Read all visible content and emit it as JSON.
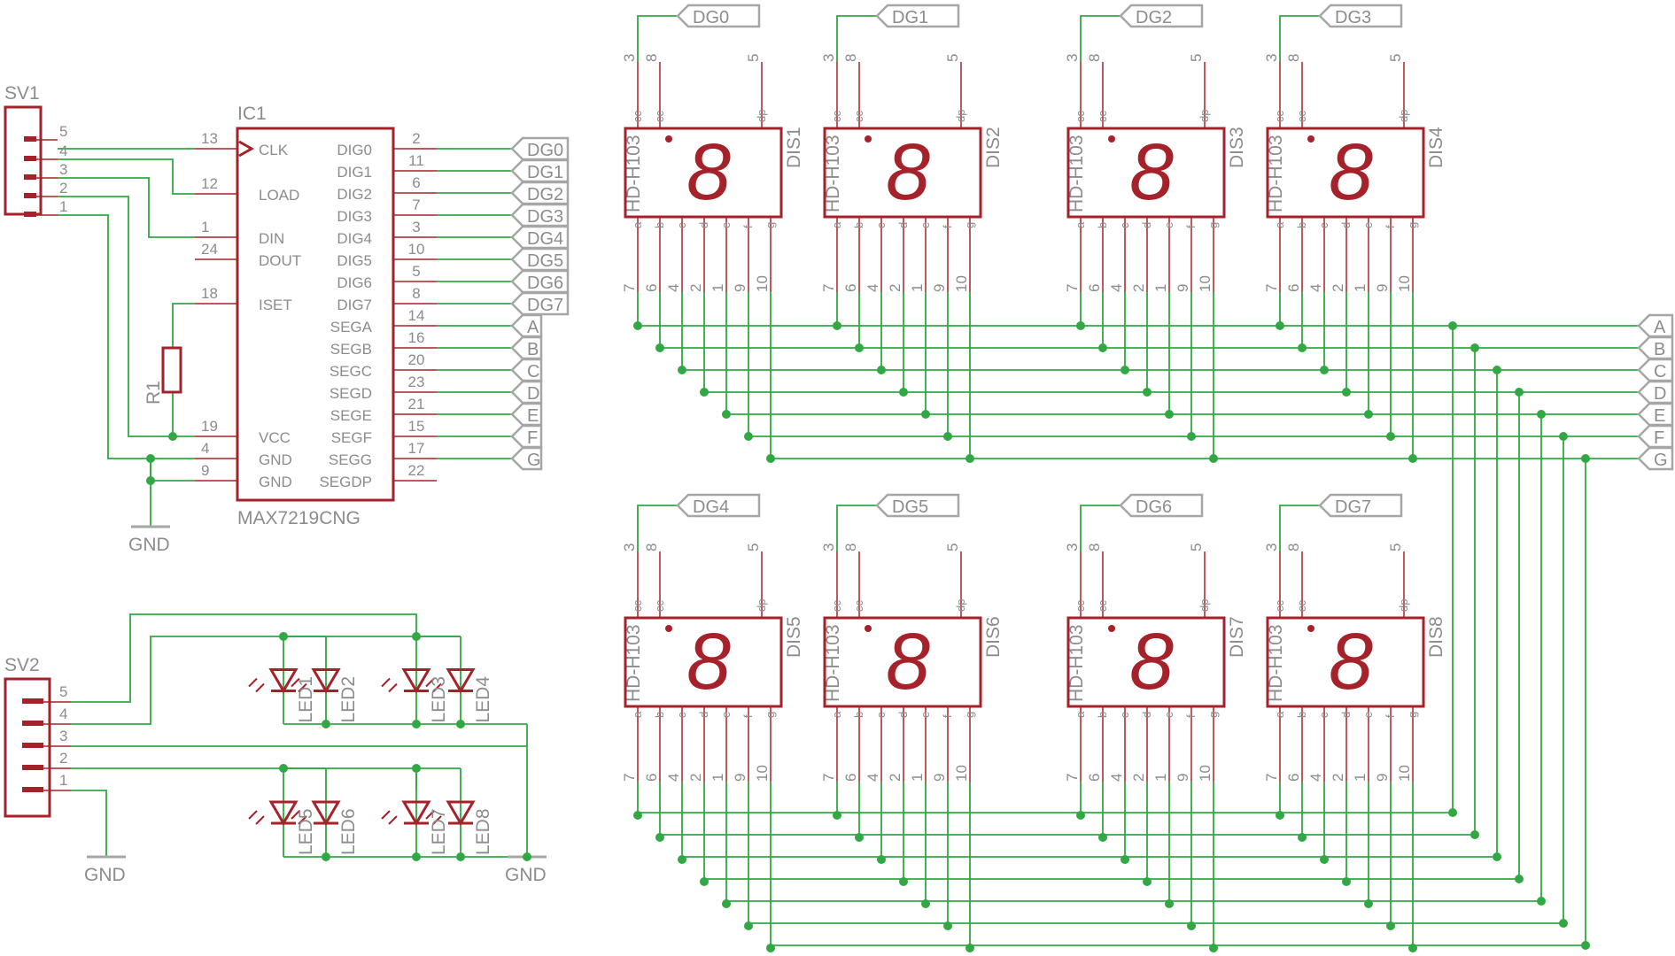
{
  "connectors": {
    "sv1": {
      "name": "SV1",
      "pins": [
        "5",
        "4",
        "3",
        "2",
        "1"
      ]
    },
    "sv2": {
      "name": "SV2",
      "pins": [
        "5",
        "4",
        "3",
        "2",
        "1"
      ]
    }
  },
  "ic": {
    "ref": "IC1",
    "part": "MAX7219CNG",
    "left_pins": [
      {
        "num": "13",
        "name": "CLK"
      },
      {
        "num": "12",
        "name": "LOAD"
      },
      {
        "num": "1",
        "name": "DIN"
      },
      {
        "num": "24",
        "name": "DOUT"
      },
      {
        "num": "18",
        "name": "ISET"
      },
      {
        "num": "19",
        "name": "VCC"
      },
      {
        "num": "4",
        "name": "GND"
      },
      {
        "num": "9",
        "name": "GND"
      }
    ],
    "right_pins": [
      {
        "num": "2",
        "name": "DIG0"
      },
      {
        "num": "11",
        "name": "DIG1"
      },
      {
        "num": "6",
        "name": "DIG2"
      },
      {
        "num": "7",
        "name": "DIG3"
      },
      {
        "num": "3",
        "name": "DIG4"
      },
      {
        "num": "10",
        "name": "DIG5"
      },
      {
        "num": "5",
        "name": "DIG6"
      },
      {
        "num": "8",
        "name": "DIG7"
      },
      {
        "num": "14",
        "name": "SEGA"
      },
      {
        "num": "16",
        "name": "SEGB"
      },
      {
        "num": "20",
        "name": "SEGC"
      },
      {
        "num": "23",
        "name": "SEGD"
      },
      {
        "num": "21",
        "name": "SEGE"
      },
      {
        "num": "15",
        "name": "SEGF"
      },
      {
        "num": "17",
        "name": "SEGG"
      },
      {
        "num": "22",
        "name": "SEGDP"
      }
    ]
  },
  "resistor": {
    "name": "R1"
  },
  "ic_net_tags": [
    "DG0",
    "DG1",
    "DG2",
    "DG3",
    "DG4",
    "DG5",
    "DG6",
    "DG7",
    "A",
    "B",
    "C",
    "D",
    "E",
    "F",
    "G"
  ],
  "bus_tags": [
    "A",
    "B",
    "C",
    "D",
    "E",
    "F",
    "G"
  ],
  "gnd_label": "GND",
  "displays": [
    {
      "ref": "DIS1",
      "value": "HD-H103",
      "tag": "DG0"
    },
    {
      "ref": "DIS2",
      "value": "HD-H103",
      "tag": "DG1"
    },
    {
      "ref": "DIS3",
      "value": "HD-H103",
      "tag": "DG2"
    },
    {
      "ref": "DIS4",
      "value": "HD-H103",
      "tag": "DG3"
    },
    {
      "ref": "DIS5",
      "value": "HD-H103",
      "tag": "DG4"
    },
    {
      "ref": "DIS6",
      "value": "HD-H103",
      "tag": "DG5"
    },
    {
      "ref": "DIS7",
      "value": "HD-H103",
      "tag": "DG6"
    },
    {
      "ref": "DIS8",
      "value": "HD-H103",
      "tag": "DG7"
    }
  ],
  "display_top_pins": [
    "3",
    "8",
    "5"
  ],
  "display_top_labels": [
    "cc",
    "cc",
    "dp"
  ],
  "display_bottom_pins": [
    "7",
    "6",
    "4",
    "2",
    "1",
    "9",
    "10"
  ],
  "display_bottom_labels": [
    "a",
    "b",
    "c",
    "d",
    "e",
    "f",
    "g"
  ],
  "leds": [
    "LED1",
    "LED2",
    "LED3",
    "LED4",
    "LED5",
    "LED6",
    "LED7",
    "LED8"
  ]
}
